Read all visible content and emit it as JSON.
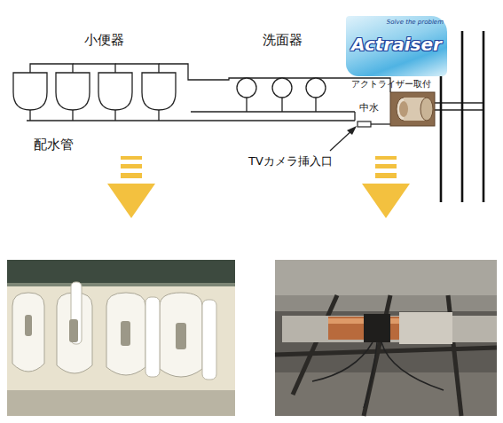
{
  "diagram": {
    "nodes": [
      {
        "text": [
          "Solve the problem",
          "Actraiser"
        ]
      }
    ],
    "labels": [
      "小便器",
      "洗面器",
      "アクトライザー取付",
      "中水",
      "TVカメラ挿入口",
      "配水管"
    ]
  }
}
